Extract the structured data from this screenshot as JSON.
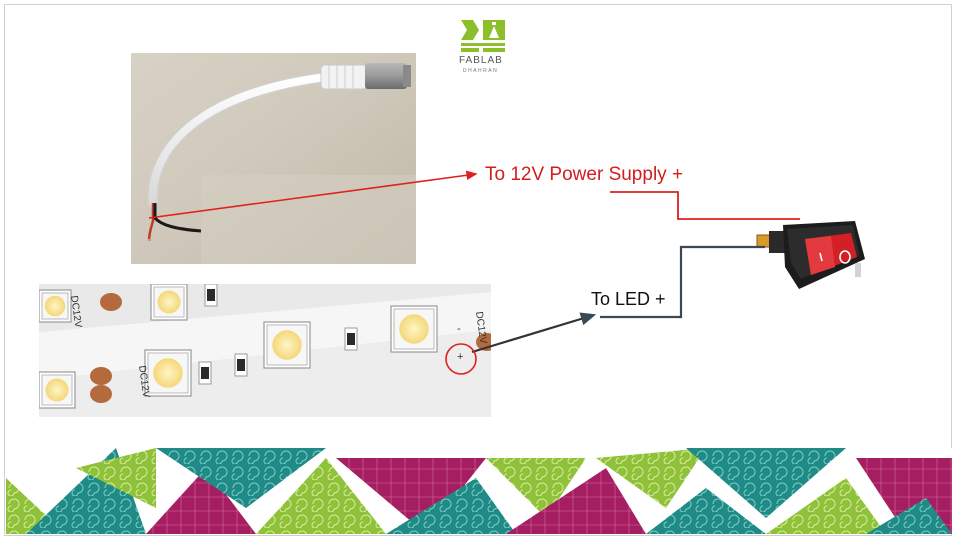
{
  "logo": {
    "name": "FABLAB",
    "subtitle": "DHAHRAN"
  },
  "labels": {
    "power_supply": "To 12V Power Supply +",
    "led": "To LED +"
  },
  "strip": {
    "marks": [
      "DC12V",
      "DC12V",
      "DC12V"
    ],
    "plus": "+",
    "minus": "-"
  },
  "colors": {
    "red_wire": "#e0201c",
    "dark_wire": "#3a4a55",
    "label_red": "#d21d1d",
    "teal": "#1f8a86",
    "green": "#8fc23a",
    "magenta": "#a61e62",
    "logo_green": "#8cbf2a"
  },
  "icons": {
    "logo": "fablab-logo-icon",
    "switch": "rocker-switch-icon",
    "connector": "dc-connector-icon"
  }
}
